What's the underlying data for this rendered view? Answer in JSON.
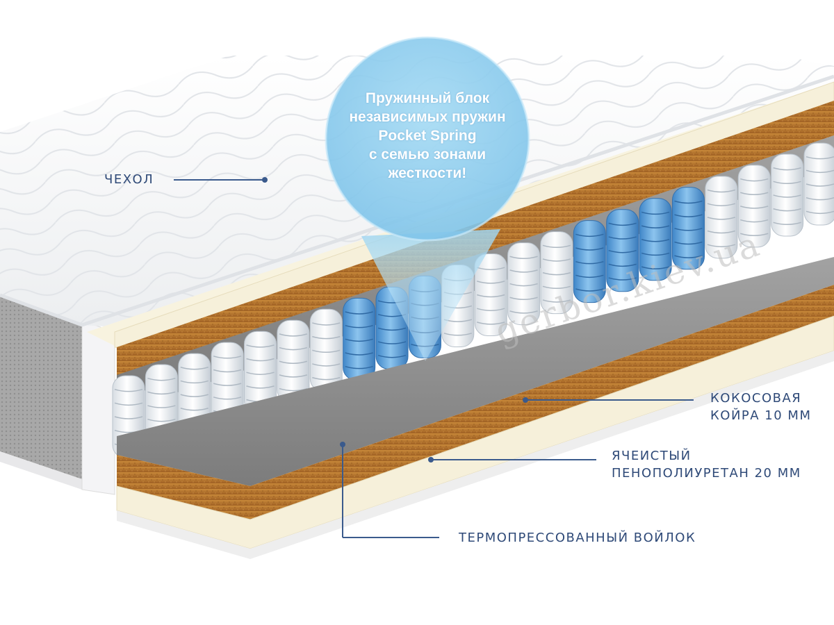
{
  "bubble": {
    "lines": [
      "Пружинный блок",
      "независимых пружин",
      "Pocket Spring",
      "с семью зонами",
      "жесткости!"
    ]
  },
  "labels": {
    "cover": "ЧЕХОЛ",
    "coconut_line1": "КОКОСОВАЯ",
    "coconut_line2": "КОЙРА 10 ММ",
    "foam_line1": "ЯЧЕИСТЫЙ",
    "foam_line2": "ПЕНОПОЛИУРЕТАН 20 ММ",
    "felt": "ТЕРМОПРЕССОВАННЫЙ ВОЙЛОК"
  },
  "watermark": "gerbor.kiev.ua",
  "springs": {
    "colors_front": [
      "white",
      "white",
      "white",
      "white",
      "white",
      "white",
      "white",
      "blue",
      "blue",
      "blue",
      "white",
      "white",
      "white",
      "white",
      "blue",
      "blue",
      "blue",
      "blue",
      "white",
      "white",
      "white",
      "white"
    ]
  },
  "colors": {
    "label_text": "#2f4a78",
    "pointer_line": "#3a5a8c",
    "coir": "#b8742c",
    "foam": "#f6f0da",
    "felt": "#8e8e8e",
    "spring_blue": "#5fa2da",
    "spring_white": "#f4f6f8",
    "bubble": "#8fd0f0"
  }
}
